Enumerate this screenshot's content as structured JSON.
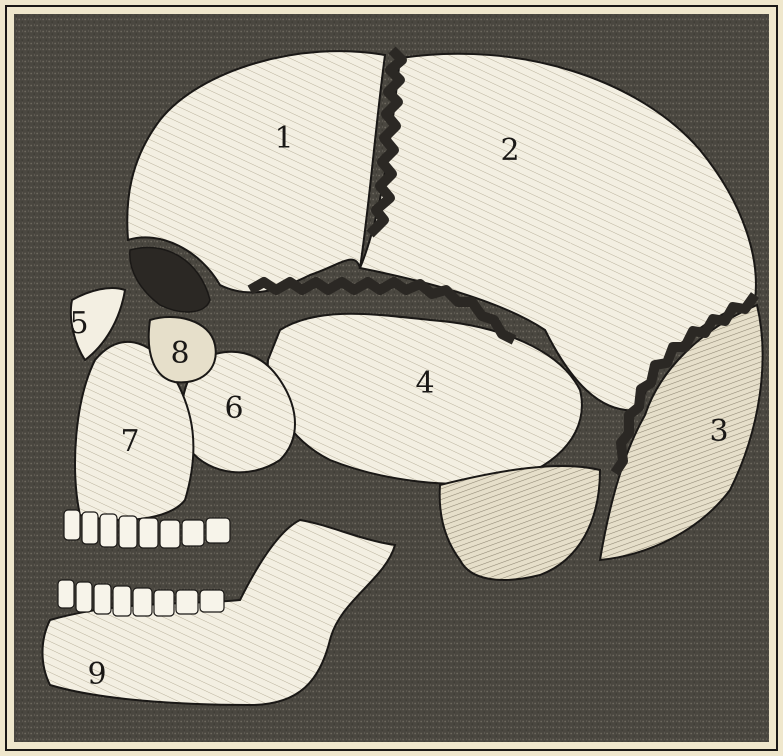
{
  "figure": {
    "subject": "skull-lateral-view-engraving",
    "colors": {
      "paper": "#efe7cc",
      "background_fill": "#4a4740",
      "bone": "#f3efe2",
      "bone_shade": "#ddd6c2",
      "ink": "#1a1816",
      "suture": "#2b2824"
    },
    "labels": [
      {
        "id": "bone-1",
        "text": "1"
      },
      {
        "id": "bone-2",
        "text": "2"
      },
      {
        "id": "bone-3",
        "text": "3"
      },
      {
        "id": "bone-4",
        "text": "4"
      },
      {
        "id": "bone-5",
        "text": "5"
      },
      {
        "id": "bone-6",
        "text": "6"
      },
      {
        "id": "bone-7",
        "text": "7"
      },
      {
        "id": "bone-8",
        "text": "8"
      },
      {
        "id": "bone-9",
        "text": "9"
      }
    ]
  }
}
